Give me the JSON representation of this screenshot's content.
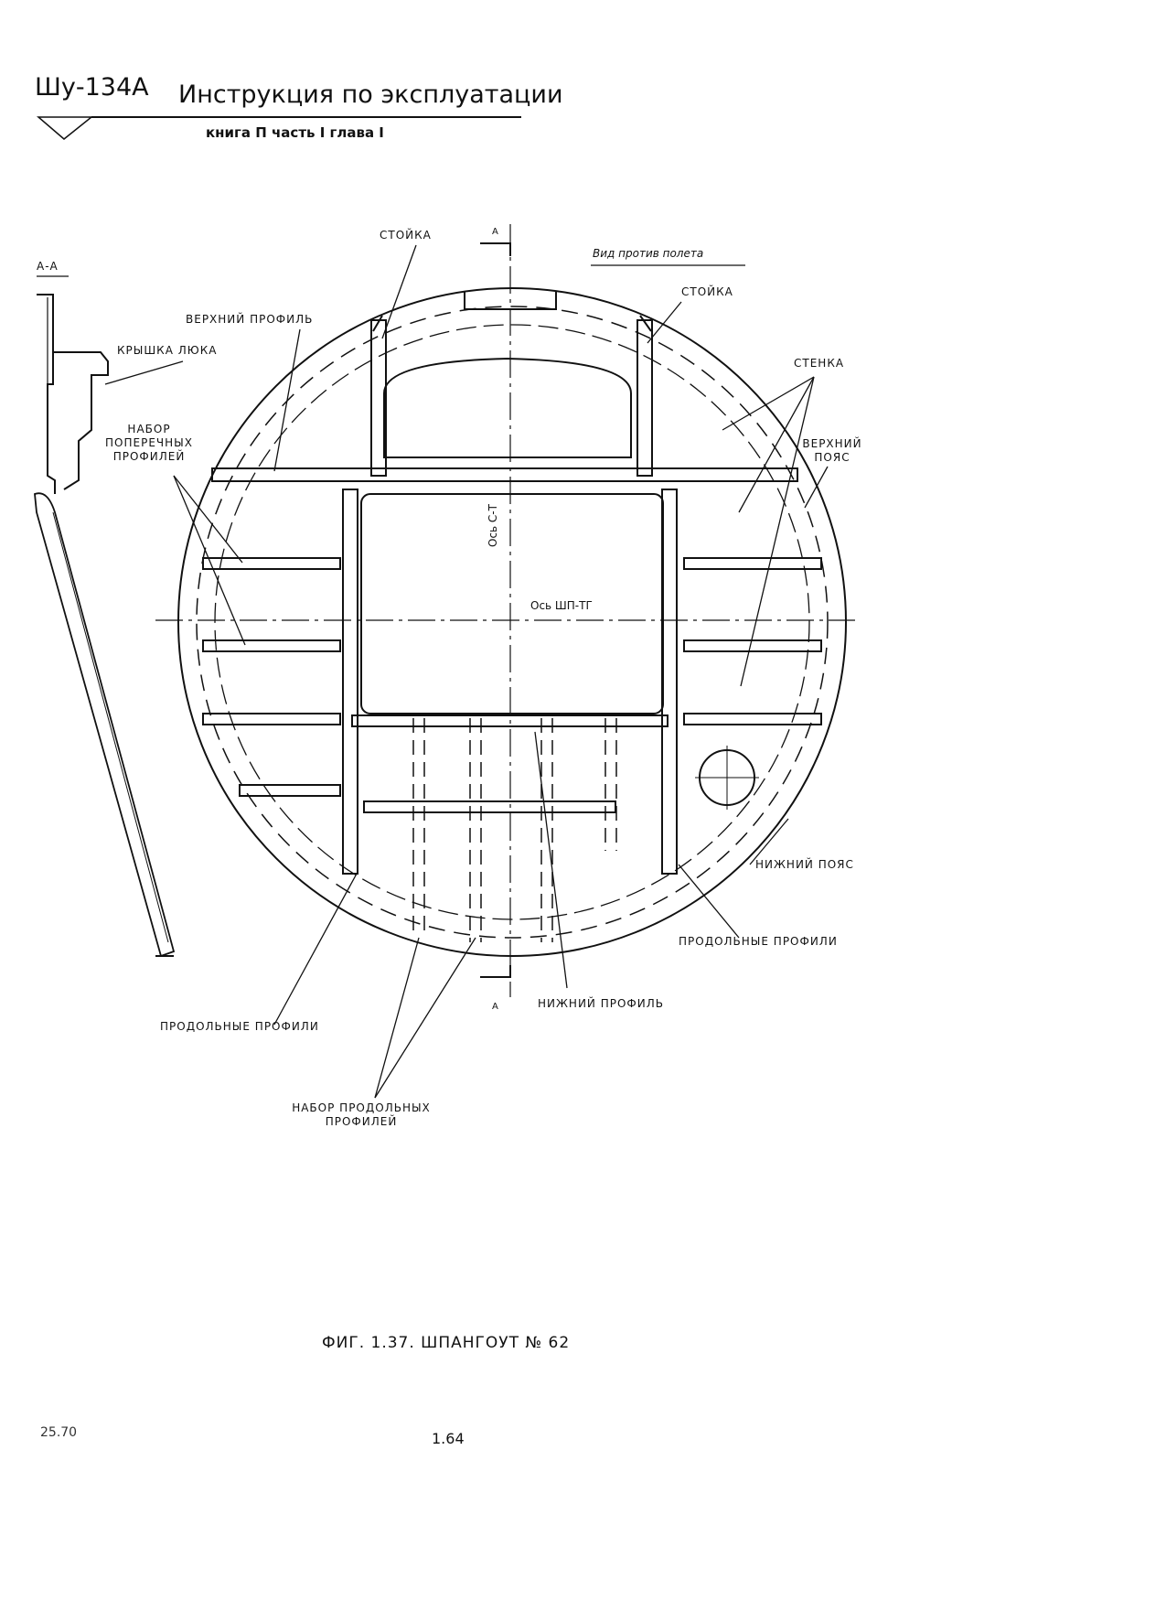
{
  "header": {
    "logo": "Шу-134А",
    "title": "Инструкция по эксплуатации",
    "subtitle": "книга П  часть I  глава I"
  },
  "labels": {
    "section_aa": "А-А",
    "view_note": "Вид против полета",
    "stoika_top": "СТОЙКА",
    "stoika_right": "СТОЙКА",
    "verkhniy_profil": "ВЕРХНИЙ ПРОФИЛЬ",
    "kryshka_lyuka": "КРЫШКА ЛЮКА",
    "nabor_poperechnykh": "НАБОР ПОПЕРЕЧНЫХ ПРОФИЛЕЙ",
    "stenka": "СТЕНКА",
    "verkhniy_poyas": "ВЕРХНИЙ ПОЯС",
    "os_vert": "Ось С-Т",
    "os_horiz": "Ось ШП-ТГ",
    "nizhniy_poyas": "НИЖНИЙ ПОЯС",
    "prodolnye_right": "ПРОДОЛЬНЫЕ ПРОФИЛИ",
    "nizhniy_profil": "НИЖНИЙ ПРОФИЛЬ",
    "prodolnye_left": "ПРОДОЛЬНЫЕ ПРОФИЛИ",
    "nabor_prodolnykh": "НАБОР ПРОДОЛЬНЫХ ПРОФИЛЕЙ",
    "section_mark_top": "А",
    "section_mark_bottom": "А"
  },
  "caption": "ФИГ. 1.37. ШПАНГОУТ № 62",
  "page_number": "1.64",
  "stamp": "25.70"
}
